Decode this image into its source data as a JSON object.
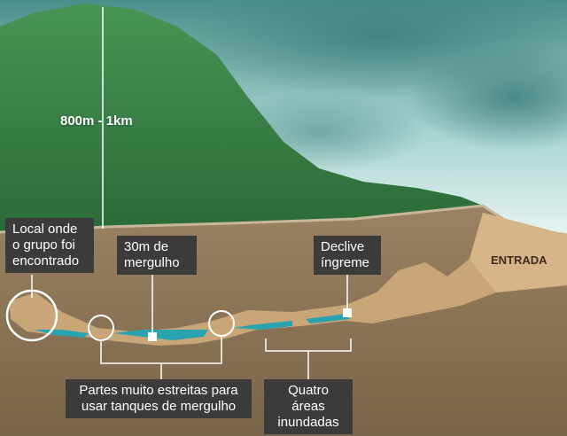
{
  "diagram": {
    "height_label": "800m - 1km",
    "entrance_label": "ENTRADA",
    "callouts": {
      "group_location": "Local onde\no grupo foi\nencontrado",
      "dive_depth": "30m de\nmergulho",
      "steep_slope": "Declive\níngreme",
      "narrow_parts": "Partes muito estreitas para\nusar tanques de mergulho",
      "flooded_areas": "Quatro áreas\ninundadas"
    }
  },
  "colors": {
    "sky": "#d9ecea",
    "cloud": "#4f8f8c",
    "mountain_top": "#3f8a4c",
    "mountain_bottom": "#2a6a38",
    "rock": "#8a7357",
    "rock_dark": "#6d573f",
    "cave": "#c8a678",
    "water": "#2aa3b0",
    "label_bg": "#3b3b3b",
    "line": "#ffffff"
  }
}
